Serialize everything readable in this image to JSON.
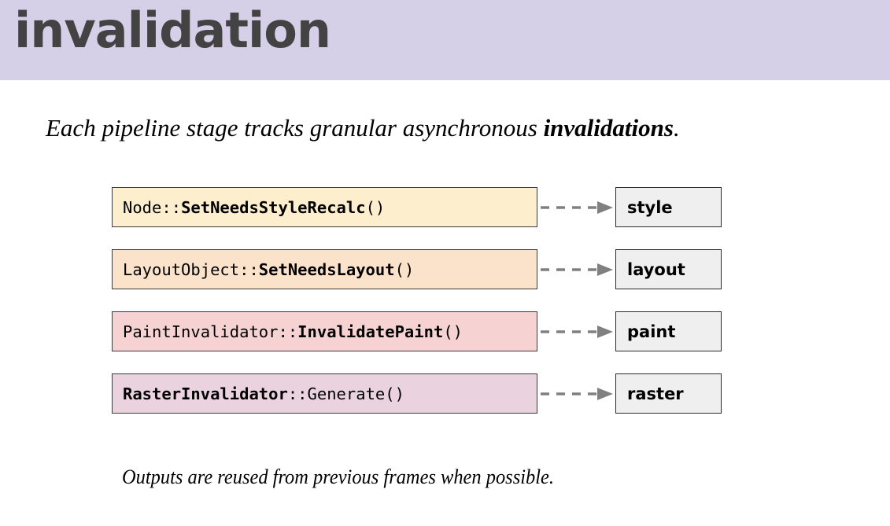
{
  "header": {
    "title": "invalidation",
    "band_color": "#d6cfe8",
    "title_color": "#434343"
  },
  "subtitle": {
    "lead": "Each pipeline stage tracks granular asynchronous ",
    "emphasis": "invalidations",
    "trail": "."
  },
  "diagram": {
    "arrow_color": "#808080",
    "stage_box_fill": "#efefef",
    "rows": [
      {
        "code_prefix": "Node::",
        "code_emphasis": "SetNeedsStyleRecalc",
        "code_suffix": "()",
        "emphasis_first": false,
        "fill": "#fdeece",
        "stage": "style"
      },
      {
        "code_prefix": "LayoutObject::",
        "code_emphasis": "SetNeedsLayout",
        "code_suffix": "()",
        "emphasis_first": false,
        "fill": "#fbe3cb",
        "stage": "layout"
      },
      {
        "code_prefix": "PaintInvalidator::",
        "code_emphasis": "InvalidatePaint",
        "code_suffix": "()",
        "emphasis_first": false,
        "fill": "#f7d2d2",
        "stage": "paint"
      },
      {
        "code_prefix": "RasterInvalidator",
        "code_emphasis": "::Generate()",
        "code_suffix": "",
        "emphasis_first": true,
        "fill": "#ead2de",
        "stage": "raster"
      }
    ]
  },
  "footer": {
    "caption": "Outputs are reused from previous frames when possible."
  }
}
